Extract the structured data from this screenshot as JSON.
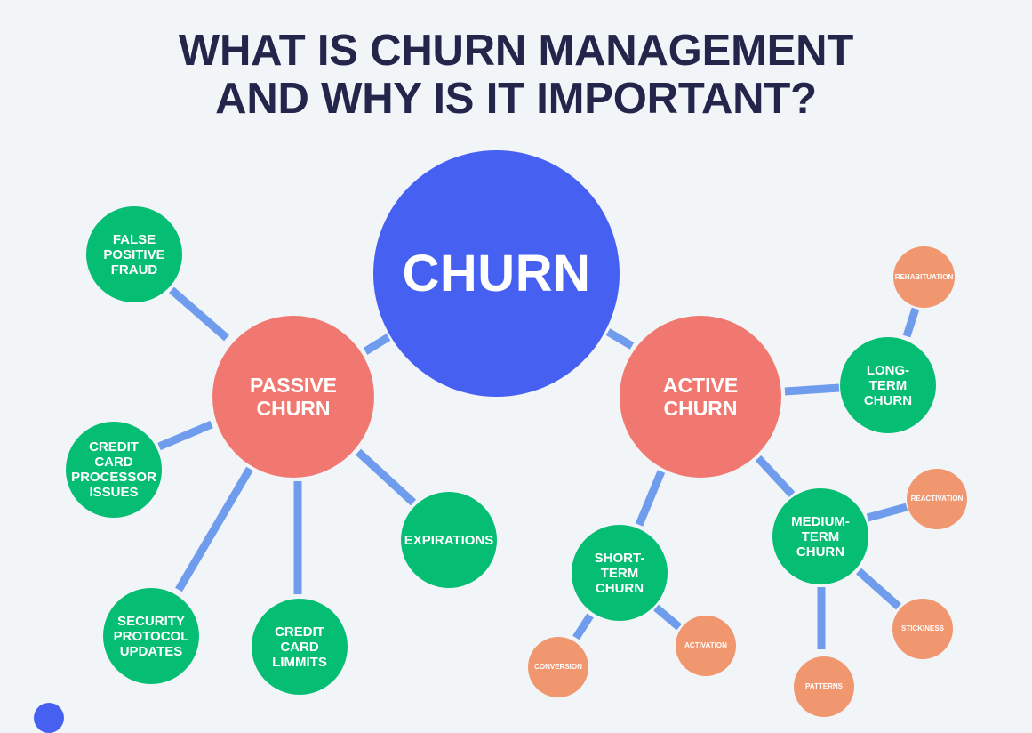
{
  "title": {
    "line1": "WHAT IS CHURN MANAGEMENT",
    "line2": "AND WHY IS IT IMPORTANT?"
  },
  "colors": {
    "background": "#f2f5f8",
    "title": "#23264a",
    "core": "#4661f1",
    "category": "#f07870",
    "subtype": "#06bd74",
    "detail": "#f1976f",
    "connector": "#6f9cec"
  },
  "nodes": {
    "churn": "CHURN",
    "passive": "PASSIVE\nCHURN",
    "active": "ACTIVE\nCHURN",
    "false_positive": "FALSE\nPOSITIVE\nFRAUD",
    "credit_processor": "CREDIT\nCARD\nPROCESSOR\nISSUES",
    "security": "SECURITY\nPROTOCOL\nUPDATES",
    "credit_limits": "CREDIT\nCARD\nLIMMITS",
    "expirations": "EXPIRATIONS",
    "long_term": "LONG-\nTERM\nCHURN",
    "medium_term": "MEDIUM-\nTERM\nCHURN",
    "short_term": "SHORT-\nTERM\nCHURN",
    "rehabituation": "REHABITUATION",
    "reactivation": "REACTIVATION",
    "stickiness": "STICKINESS",
    "patterns": "PATTERNS",
    "conversion": "CONVERSION",
    "activation": "ACTIVATION"
  }
}
